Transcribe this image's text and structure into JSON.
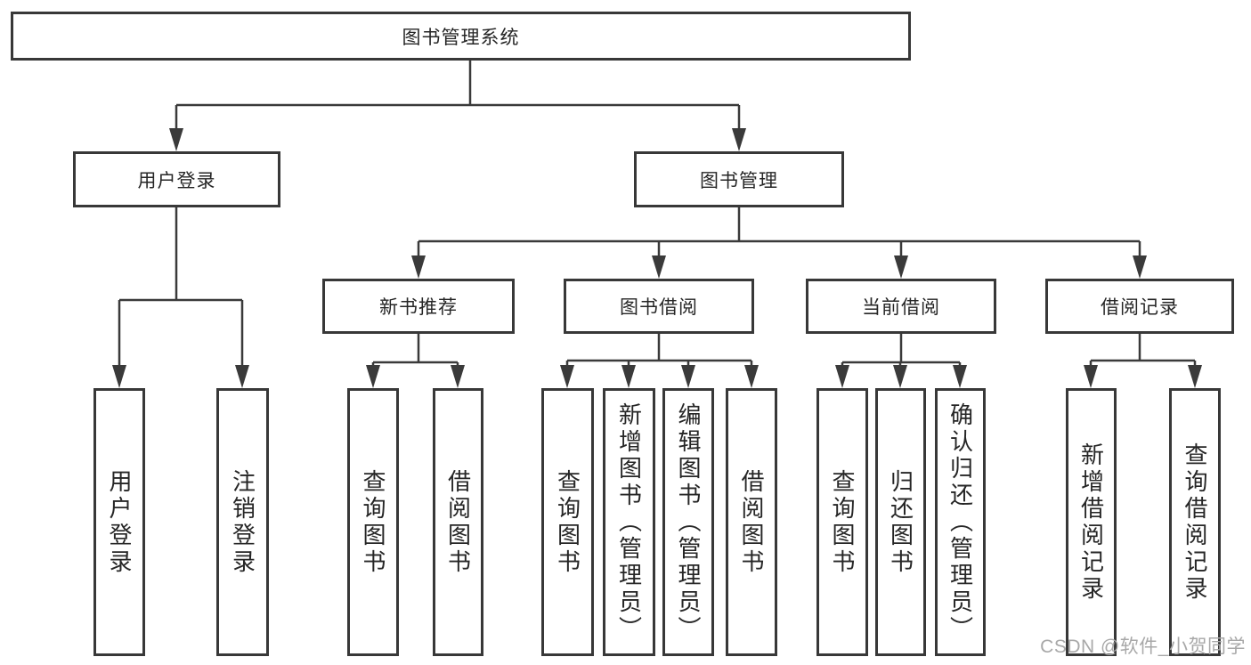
{
  "diagram": {
    "title": "图书管理系统",
    "branches": [
      {
        "label": "用户登录",
        "children": [
          {
            "label": "用户登录"
          },
          {
            "label": "注销登录"
          }
        ]
      },
      {
        "label": "图书管理",
        "children": [
          {
            "label": "新书推荐",
            "children": [
              {
                "label": "查询图书"
              },
              {
                "label": "借阅图书"
              }
            ]
          },
          {
            "label": "图书借阅",
            "children": [
              {
                "label": "查询图书"
              },
              {
                "label": "新增图书（管理员）"
              },
              {
                "label": "编辑图书（管理员）"
              },
              {
                "label": "借阅图书"
              }
            ]
          },
          {
            "label": "当前借阅",
            "children": [
              {
                "label": "查询图书"
              },
              {
                "label": "归还图书"
              },
              {
                "label": "确认归还（管理员）"
              }
            ]
          },
          {
            "label": "借阅记录",
            "children": [
              {
                "label": "新增借阅记录"
              },
              {
                "label": "查询借阅记录"
              }
            ]
          }
        ]
      }
    ]
  },
  "watermark": "CSDN @软件_小贺同学",
  "colors": {
    "line": "#3a3a3a",
    "box_border": "#383838",
    "text": "#262626",
    "watermark": "#a8a8a8",
    "background": "#ffffff"
  }
}
